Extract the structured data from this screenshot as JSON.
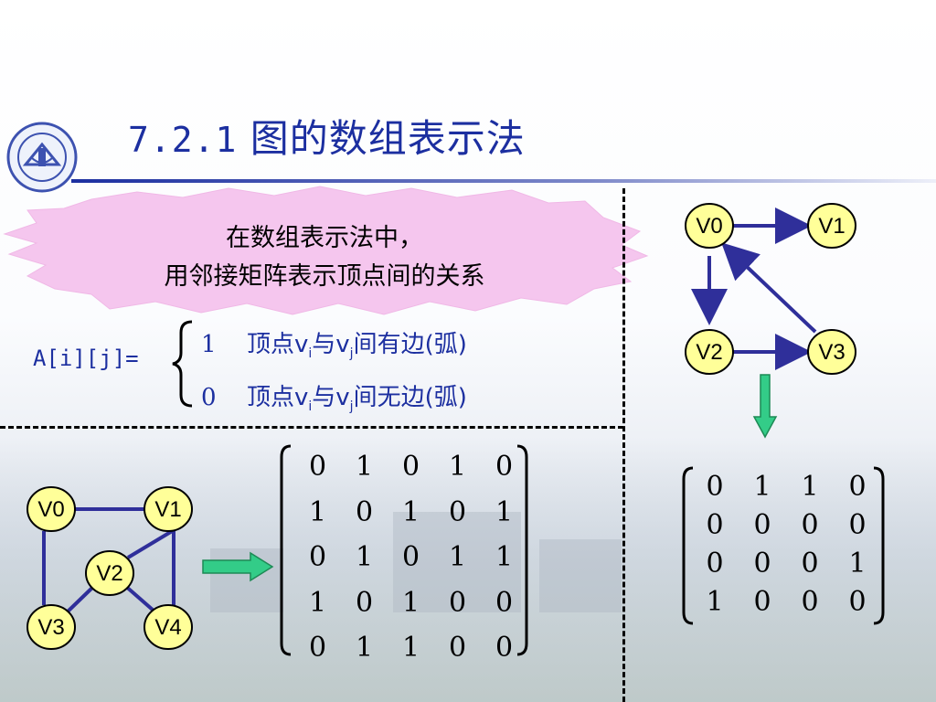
{
  "slide": {
    "title_number": "7.2.1",
    "title_text": "图的数组表示法"
  },
  "callout": {
    "line1": "在数组表示法中，",
    "line2": "用邻接矩阵表示顶点间的关系"
  },
  "definition": {
    "lhs": "A[i][j]=",
    "cases": [
      {
        "value": "1",
        "text_before": "顶点v",
        "sub_i": "i",
        "text_mid": "与v",
        "sub_j": "j",
        "text_after": "间有边(弧)"
      },
      {
        "value": "0",
        "text_before": "顶点v",
        "sub_i": "i",
        "text_mid": "与v",
        "sub_j": "j",
        "text_after": "间无边(弧)"
      }
    ]
  },
  "undirected_graph": {
    "nodes": [
      "V0",
      "V1",
      "V2",
      "V3",
      "V4"
    ],
    "edges": [
      [
        "V0",
        "V1"
      ],
      [
        "V0",
        "V3"
      ],
      [
        "V1",
        "V2"
      ],
      [
        "V1",
        "V4"
      ],
      [
        "V2",
        "V3"
      ],
      [
        "V2",
        "V4"
      ]
    ]
  },
  "undirected_matrix": [
    [
      "0",
      "1",
      "0",
      "1",
      "0"
    ],
    [
      "1",
      "0",
      "1",
      "0",
      "1"
    ],
    [
      "0",
      "1",
      "0",
      "1",
      "1"
    ],
    [
      "1",
      "0",
      "1",
      "0",
      "0"
    ],
    [
      "0",
      "1",
      "1",
      "0",
      "0"
    ]
  ],
  "directed_graph": {
    "nodes": [
      "V0",
      "V1",
      "V2",
      "V3"
    ],
    "arcs": [
      [
        "V0",
        "V1"
      ],
      [
        "V0",
        "V2"
      ],
      [
        "V2",
        "V3"
      ],
      [
        "V3",
        "V0"
      ]
    ]
  },
  "directed_matrix": [
    [
      "0",
      "1",
      "1",
      "0"
    ],
    [
      "0",
      "0",
      "0",
      "0"
    ],
    [
      "0",
      "0",
      "0",
      "1"
    ],
    [
      "1",
      "0",
      "0",
      "0"
    ]
  ],
  "colors": {
    "title": "#1c2fa0",
    "node_fill": "#ffff99",
    "edge": "#2f2f9a",
    "arrow": "#33cc88",
    "burst": "#f5c6ee"
  }
}
